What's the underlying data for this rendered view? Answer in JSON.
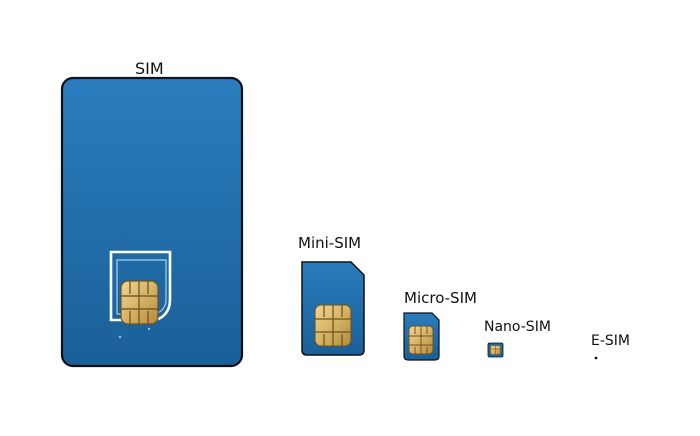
{
  "labels": {
    "sim": "SIM",
    "mini_sim": "Mini-SIM",
    "micro_sim": "Micro-SIM",
    "nano_sim": "Nano-SIM",
    "e_sim": "E-SIM"
  },
  "colors": {
    "card_blue": "#1f6aa6",
    "card_blue_dark": "#155b92",
    "outline": "#111111",
    "chip_gold": "#d8b86b",
    "chip_gold_dark": "#8e6f2e",
    "cutout_white": "#ffffff"
  },
  "icons": {
    "sim_card": "sim-card-icon",
    "mini_sim": "mini-sim-icon",
    "micro_sim": "micro-sim-icon",
    "nano_sim": "nano-sim-icon",
    "e_sim": "e-sim-dot-icon"
  }
}
